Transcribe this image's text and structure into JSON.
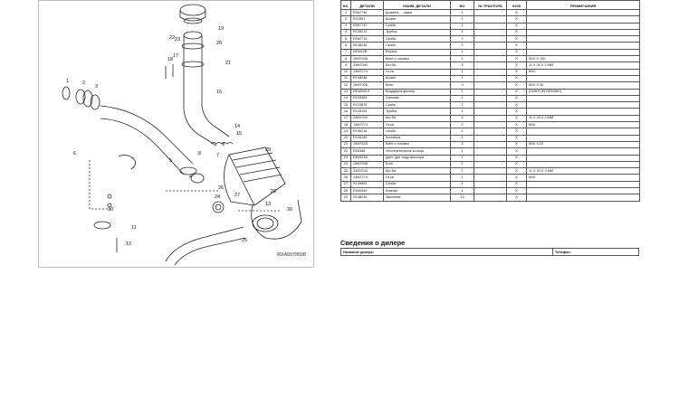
{
  "diagram": {
    "code": "RXA0078508",
    "callouts": [
      "1",
      "2",
      "3",
      "4",
      "5",
      "6",
      "7",
      "8",
      "9",
      "10",
      "11",
      "12",
      "13",
      "14",
      "15",
      "16",
      "17",
      "18",
      "19",
      "20",
      "21",
      "22",
      "23",
      "24",
      "25",
      "26",
      "27",
      "28",
      "29",
      "30"
    ]
  },
  "table": {
    "headers": {
      "num": "КК.",
      "part_no": "ДЕТАЛИ",
      "part_no_top": "",
      "name": "НАИМ. ДЕТАЛИ",
      "qty": "ВО",
      "tractor": "№ ТРАКТОРА",
      "model": "9100",
      "notes": "ПРИМЕЧАНИЯ"
    },
    "rows": [
      {
        "num": "1",
        "part": "R067746",
        "name": "Шланты ... шаин",
        "qty": "1",
        "trac": "",
        "mark": "X",
        "note": ""
      },
      {
        "num": "2",
        "part": "R27857",
        "name": "Шлант",
        "qty": "1",
        "trac": "",
        "mark": "X",
        "note": ""
      },
      {
        "num": "3",
        "part": "R067747",
        "name": "Скоба",
        "qty": "2",
        "trac": "",
        "mark": "X",
        "note": ""
      },
      {
        "num": "4",
        "part": "R130213",
        "name": "Трубка",
        "qty": "1",
        "trac": "",
        "mark": "X",
        "note": ""
      },
      {
        "num": "5",
        "part": "R092713",
        "name": "Скоба",
        "qty": "2",
        "trac": "",
        "mark": "X",
        "note": ""
      },
      {
        "num": "6",
        "part": "R138234",
        "name": "Скоба",
        "qty": "1",
        "trac": "",
        "mark": "X",
        "note": ""
      },
      {
        "num": "7",
        "part": "N11612B",
        "name": "Втулка",
        "qty": "1",
        "trac": "",
        "mark": "X",
        "note": ""
      },
      {
        "num": "8",
        "part": "19M7038",
        "name": "Винт с головко",
        "qty": "1",
        "trac": "",
        "mark": "X",
        "note": "M10 X 130"
      },
      {
        "num": "9",
        "part": "24M7040",
        "name": "Шо ба",
        "qty": "3",
        "trac": "",
        "mark": "X",
        "note": "11 X 20 X 3 MM"
      },
      {
        "num": "10",
        "part": "14M7274",
        "name": "Га ка",
        "qty": "1",
        "trac": "",
        "mark": "X",
        "note": "M10"
      },
      {
        "num": "11",
        "part": "R138248",
        "name": "Шланг",
        "qty": "1",
        "trac": "",
        "mark": "X",
        "note": ""
      },
      {
        "num": "12",
        "part": "19M7006",
        "name": "Винт",
        "qty": "3",
        "trac": "",
        "mark": "X",
        "note": "M10 X 30"
      },
      {
        "num": "13",
        "part": "RE185519",
        "name": "Воздушны  фильтр",
        "qty": "1",
        "trac": "",
        "mark": "X",
        "note": "(SUB FOR RE53967)"
      },
      {
        "num": "14",
        "part": "R133454",
        "name": "Сальник",
        "qty": "1",
        "trac": "",
        "mark": "X",
        "note": ""
      },
      {
        "num": "15",
        "part": "R123878",
        "name": "Скоба",
        "qty": "2",
        "trac": "",
        "mark": "X",
        "note": ""
      },
      {
        "num": "16",
        "part": "R128194",
        "name": "Трубка",
        "qty": "1",
        "trac": "",
        "mark": "X",
        "note": ""
      },
      {
        "num": "17",
        "part": "24M7040",
        "name": "Шо ба",
        "qty": "4",
        "trac": "",
        "mark": "X",
        "note": "11 X 20 X 3 MM"
      },
      {
        "num": "18",
        "part": "14M7274",
        "name": "Га ка",
        "qty": "2",
        "trac": "",
        "mark": "X",
        "note": "M10"
      },
      {
        "num": "19",
        "part": "R138218",
        "name": "Скоба",
        "qty": "1",
        "trac": "",
        "mark": "X",
        "note": ""
      },
      {
        "num": "20",
        "part": "R128190",
        "name": "Колпачок",
        "qty": "1",
        "trac": "",
        "mark": "X",
        "note": ""
      },
      {
        "num": "21",
        "part": "19M7633",
        "name": "Винт с головко",
        "qty": "3",
        "trac": "",
        "mark": "X",
        "note": "M10 X 22"
      },
      {
        "num": "22",
        "part": "R26386",
        "name": "Уплотнительное кольцо",
        "qty": "1",
        "trac": "",
        "mark": "X",
        "note": ""
      },
      {
        "num": "23",
        "part": "RE68155",
        "name": "Датч. диг. поду фильтра",
        "qty": "1",
        "trac": "",
        "mark": "X",
        "note": ""
      },
      {
        "num": "24",
        "part": "19M7038",
        "name": "Болт",
        "qty": "1",
        "trac": "",
        "mark": "X",
        "note": ""
      },
      {
        "num": "25",
        "part": "24M7040",
        "name": "Шо ба",
        "qty": "1",
        "trac": "",
        "mark": "X",
        "note": "11 X 20 X 3 MM"
      },
      {
        "num": "26",
        "part": "14M7274",
        "name": "Га ка",
        "qty": "1",
        "trac": "",
        "mark": "X",
        "note": "M10"
      },
      {
        "num": "27",
        "part": "R139963",
        "name": "Скоба",
        "qty": "1",
        "trac": "",
        "mark": "X",
        "note": ""
      },
      {
        "num": "28",
        "part": "R059440",
        "name": "Клапан",
        "qty": "1",
        "trac": "",
        "mark": "X",
        "note": ""
      },
      {
        "num": "29",
        "part": "R138234",
        "name": "Заклепка",
        "qty": "13",
        "trac": "",
        "mark": "X",
        "note": ""
      }
    ]
  },
  "dealer": {
    "title": "Сведения о дилере",
    "name_label": "Название дилера:",
    "phone_label": "Телефон:"
  }
}
